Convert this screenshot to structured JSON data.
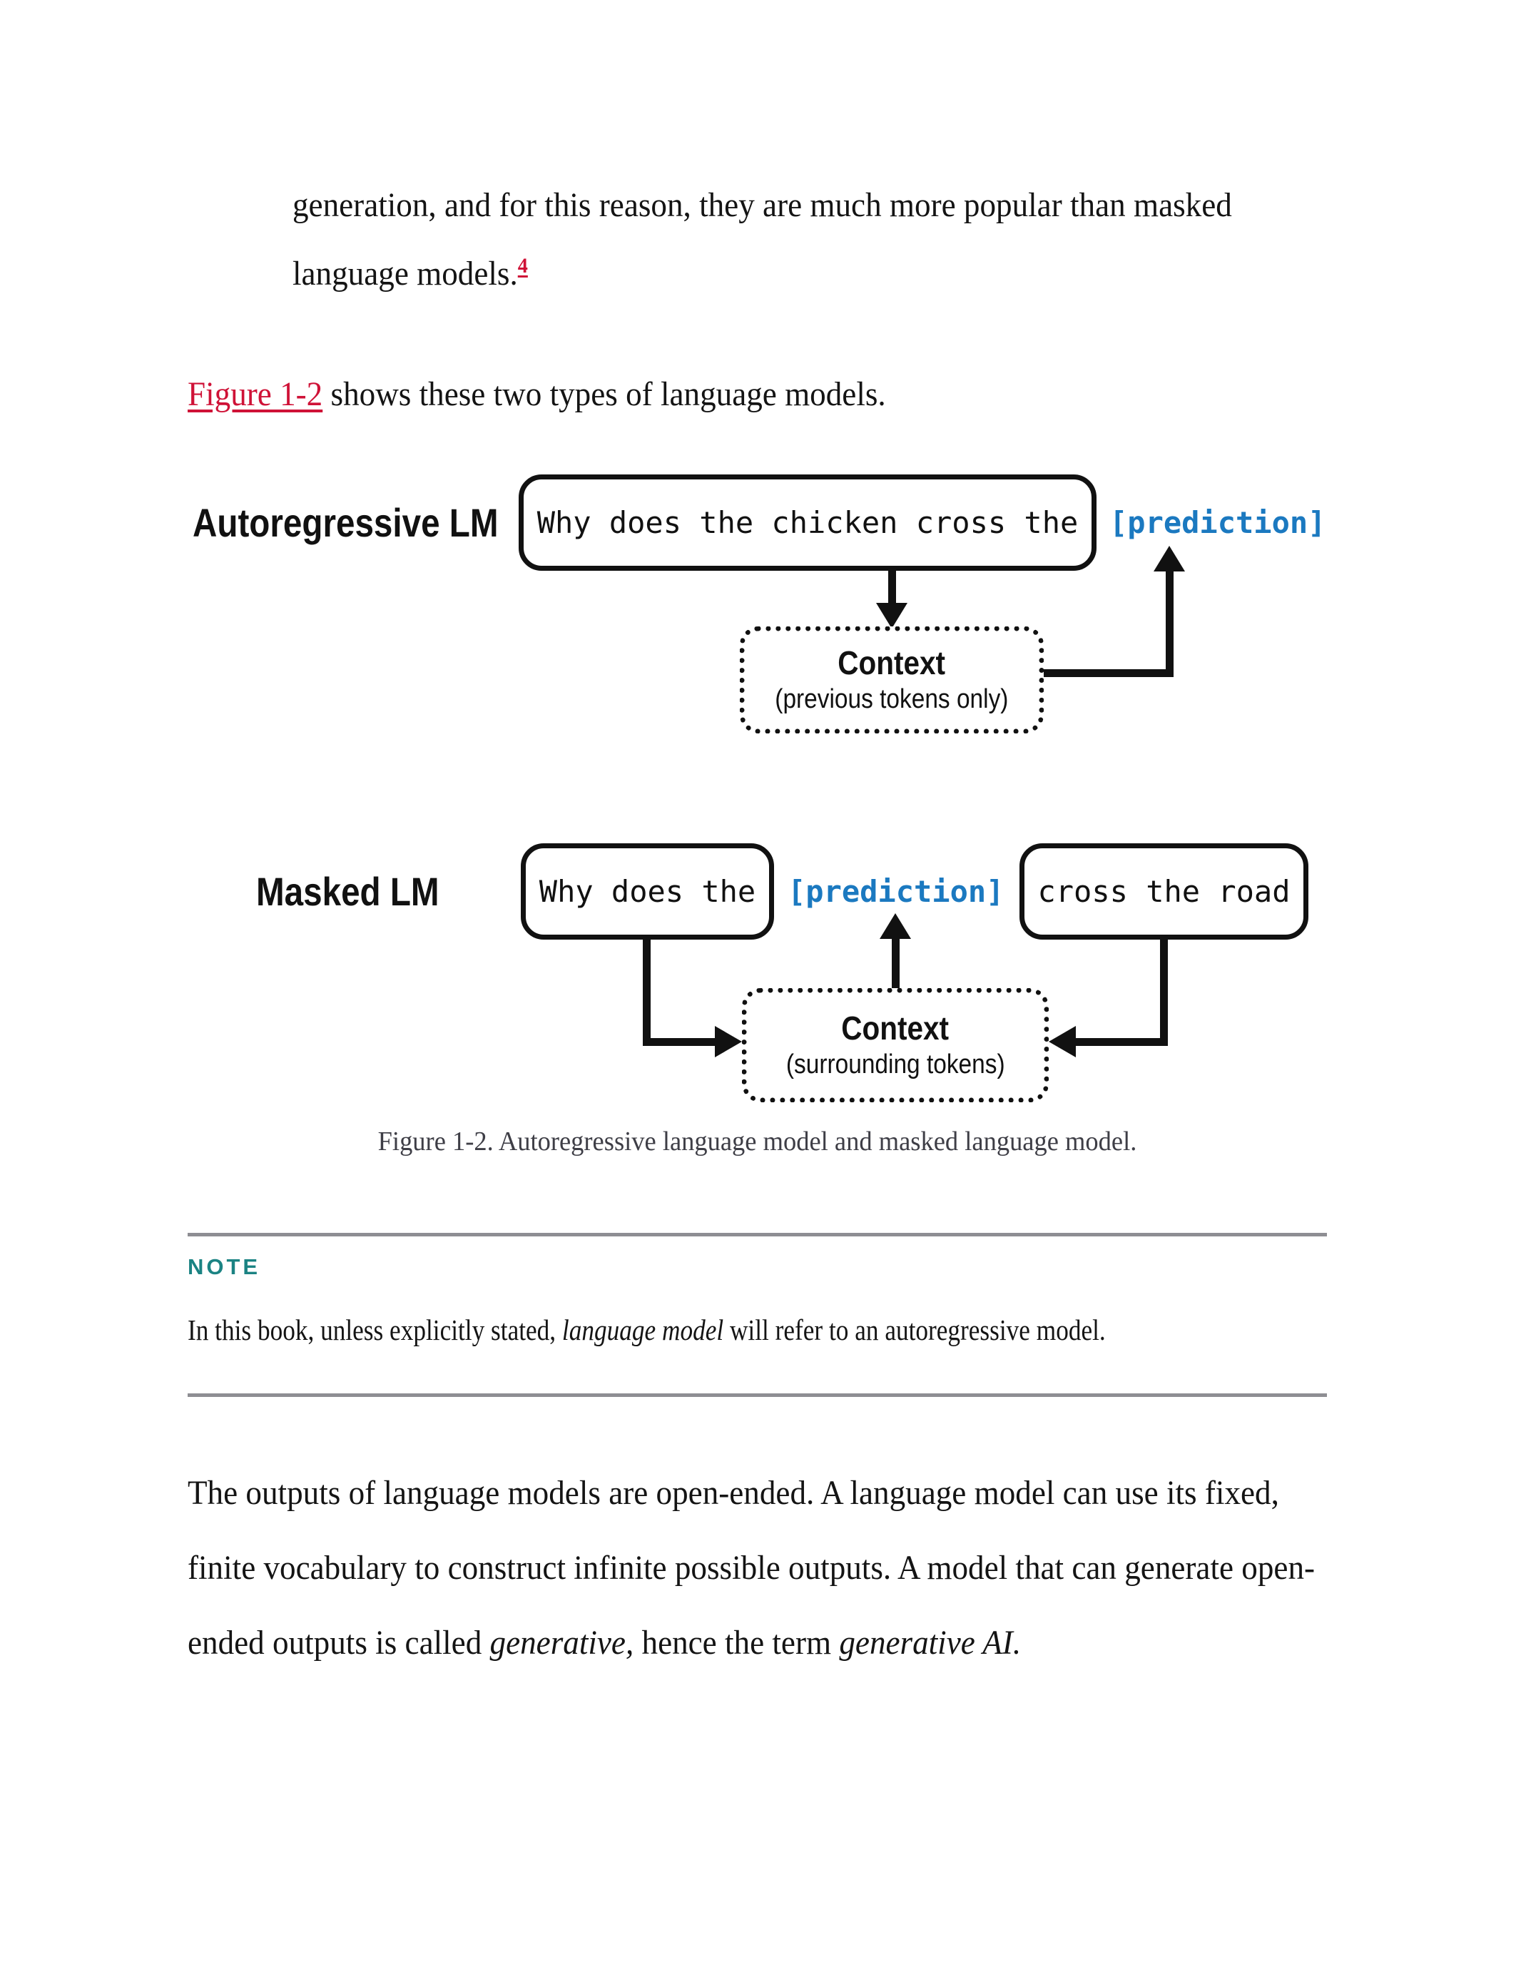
{
  "colors": {
    "link": "#cf1237",
    "prediction_blue": "#1b79c0",
    "note_teal": "#1b8383",
    "caption_gray": "#3e3e46",
    "rule_gray": "#8e8e93",
    "text_ink": "#141414"
  },
  "paragraph_intro": {
    "text": "generation, and for this reason, they are much more popular than masked language models.",
    "footnote_ref": "4"
  },
  "paragraph_figref": {
    "link_text": "Figure 1-2",
    "rest_text": " shows these two types of language models."
  },
  "figure": {
    "caption": "Figure 1-2. Autoregressive language model and masked language model.",
    "autoregressive": {
      "label": "Autoregressive LM",
      "input_text": "Why does the chicken cross the",
      "prediction_text": "[prediction]",
      "context_title": "Context",
      "context_subtitle": "(previous tokens only)"
    },
    "masked": {
      "label": "Masked LM",
      "left_text": "Why does the",
      "prediction_text": "[prediction]",
      "right_text": "cross the road",
      "context_title": "Context",
      "context_subtitle": "(surrounding tokens)"
    }
  },
  "note": {
    "label": "NOTE",
    "segments": [
      {
        "text": "In this book, unless explicitly stated, "
      },
      {
        "text": "language model",
        "italic": true
      },
      {
        "text": " will refer to an autoregressive model."
      }
    ]
  },
  "paragraph_outputs": {
    "segments": [
      {
        "text": "The outputs of language models are open-ended. A language model can use its fixed, finite vocabulary to construct infinite possible outputs. A model that can generate open-ended outputs is called "
      },
      {
        "text": "generative,",
        "italic": true
      },
      {
        "text": " hence the term "
      },
      {
        "text": "generative AI.",
        "italic": true
      }
    ]
  }
}
